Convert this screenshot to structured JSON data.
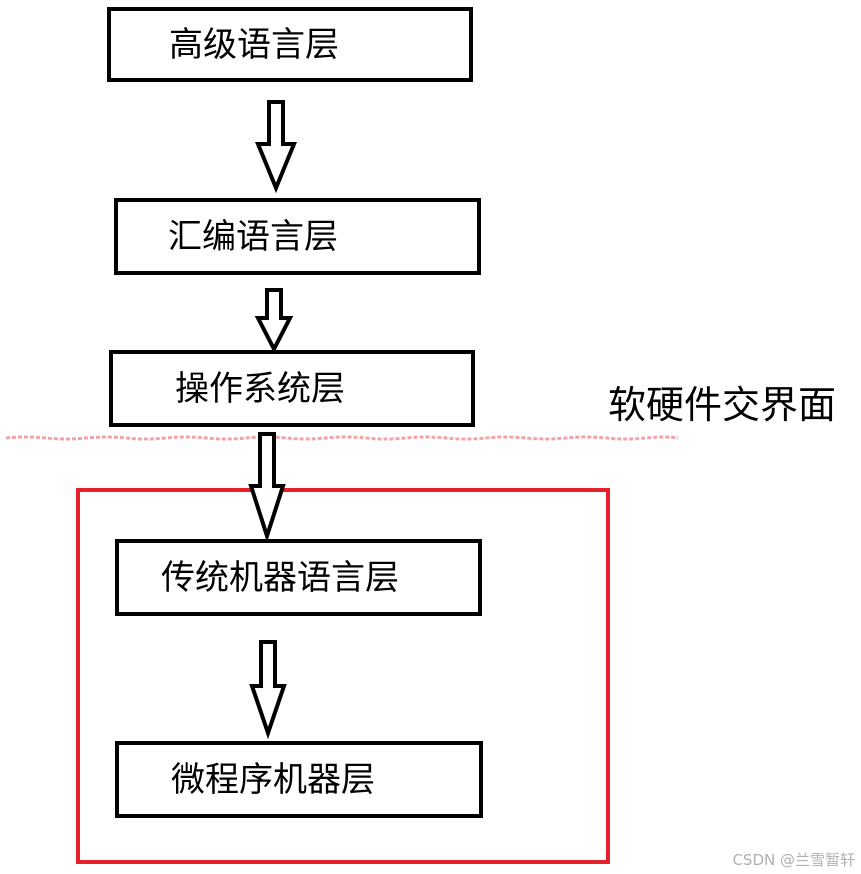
{
  "layers": {
    "high_level": "高级语言层",
    "assembly": "汇编语言层",
    "os": "操作系统层",
    "traditional_machine": "传统机器语言层",
    "microprogram": "微程序机器层"
  },
  "boundary": {
    "label": "软硬件交界面",
    "line_color": "#f2a3a8"
  },
  "hardware_frame_color": "#e5202b",
  "watermark": "CSDN @兰雪暂轩"
}
